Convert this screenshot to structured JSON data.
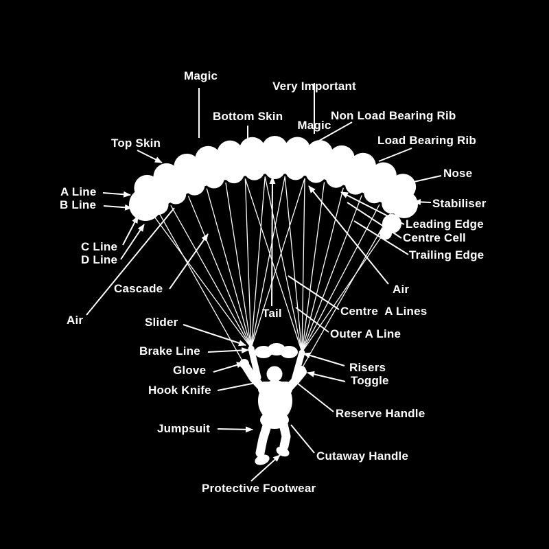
{
  "colors": {
    "background": "#000000",
    "text": "#ffffff",
    "silhouette": "#ffffff",
    "line": "#ffffff"
  },
  "labels": {
    "magic": "Magic",
    "very_important_magic_line1": "Very Important",
    "very_important_magic_line2": "Magic",
    "bottom_skin": "Bottom Skin",
    "non_load_bearing_rib": "Non Load Bearing Rib",
    "load_bearing_rib": "Load Bearing Rib",
    "top_skin": "Top Skin",
    "nose": "Nose",
    "a_line": "A Line",
    "b_line": "B Line",
    "stabiliser": "Stabiliser",
    "leading_edge": "Leading Edge",
    "centre_cell": "Centre Cell",
    "trailing_edge": "Trailing Edge",
    "c_line": "C Line",
    "d_line": "D Line",
    "cascade": "Cascade",
    "air_left": "Air",
    "air_right": "Air",
    "tail": "Tail",
    "centre_a_lines": "Centre  A Lines",
    "outer_a_line": "Outer A Line",
    "slider": "Slider",
    "brake_line": "Brake Line",
    "glove": "Glove",
    "hook_knife": "Hook Knife",
    "risers": "Risers",
    "toggle": "Toggle",
    "reserve_handle": "Reserve Handle",
    "jumpsuit": "Jumpsuit",
    "cutaway_handle": "Cutaway Handle",
    "protective_footwear": "Protective Footwear"
  }
}
